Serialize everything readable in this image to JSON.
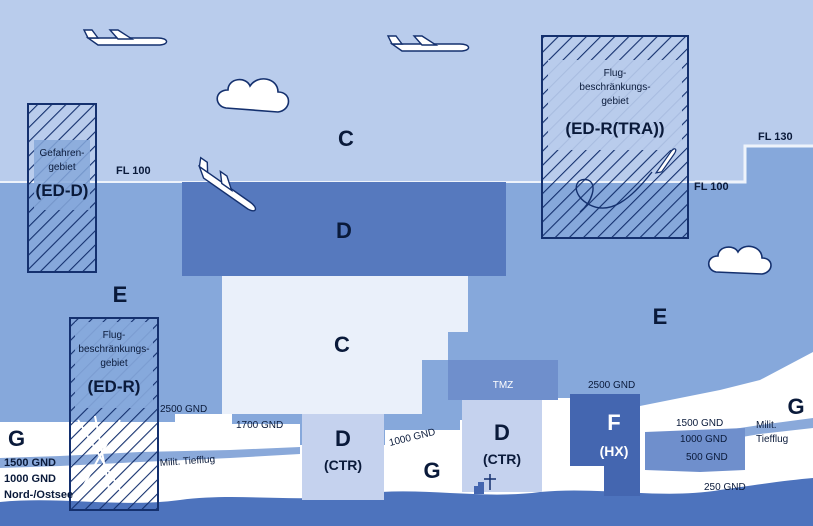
{
  "airspace": {
    "class_c_upper": "C",
    "class_d_upper": "D",
    "class_c_lower": "C",
    "class_e_left": "E",
    "class_e_right": "E",
    "class_g_left": "G",
    "class_g_mid": "G",
    "class_g_right": "G"
  },
  "levels": {
    "fl100_left": "FL 100",
    "fl100_right": "FL 100",
    "fl130": "FL 130",
    "gnd2500_left": "2500 GND",
    "gnd1700": "1700 GND",
    "gnd1000_mid": "1000 GND",
    "gnd2500_right": "2500 GND",
    "gnd1500_right": "1500 GND",
    "gnd1000_right": "1000 GND",
    "gnd500": "500 GND",
    "gnd250": "250 GND",
    "gnd1500_left": "1500 GND",
    "gnd1000_left": "1000 GND",
    "nord_ostsee": "Nord-/Ostsee"
  },
  "zones": {
    "danger_line1": "Gefahren-",
    "danger_line2": "gebiet",
    "danger_code": "(ED-D)",
    "restr_top_line1": "Flug-",
    "restr_top_line2": "beschränkungs-",
    "restr_top_line3": "gebiet",
    "restr_top_code": "(ED-R(TRA))",
    "restr_left_line1": "Flug-",
    "restr_left_line2": "beschränkungs-",
    "restr_left_line3": "gebiet",
    "restr_left_code": "(ED-R)",
    "ctr_left_class": "D",
    "ctr_left_label": "(CTR)",
    "tmz": "TMZ",
    "ctr_right_class": "D",
    "ctr_right_label": "(CTR)",
    "hx_class": "F",
    "hx_label": "(HX)",
    "milit_tiefflug_left": "Milit. Tiefflug",
    "milit_right_line1": "Milit.",
    "milit_right_line2": "Tiefflug"
  },
  "colors": {
    "upper_sky": "#b9ccec",
    "class_e": "#86a8db",
    "class_d": "#5679be",
    "tmz": "#6f8fcc",
    "ctr": "#c5d2ee",
    "class_f": "#4466b0",
    "ground": "#4d73bd"
  }
}
